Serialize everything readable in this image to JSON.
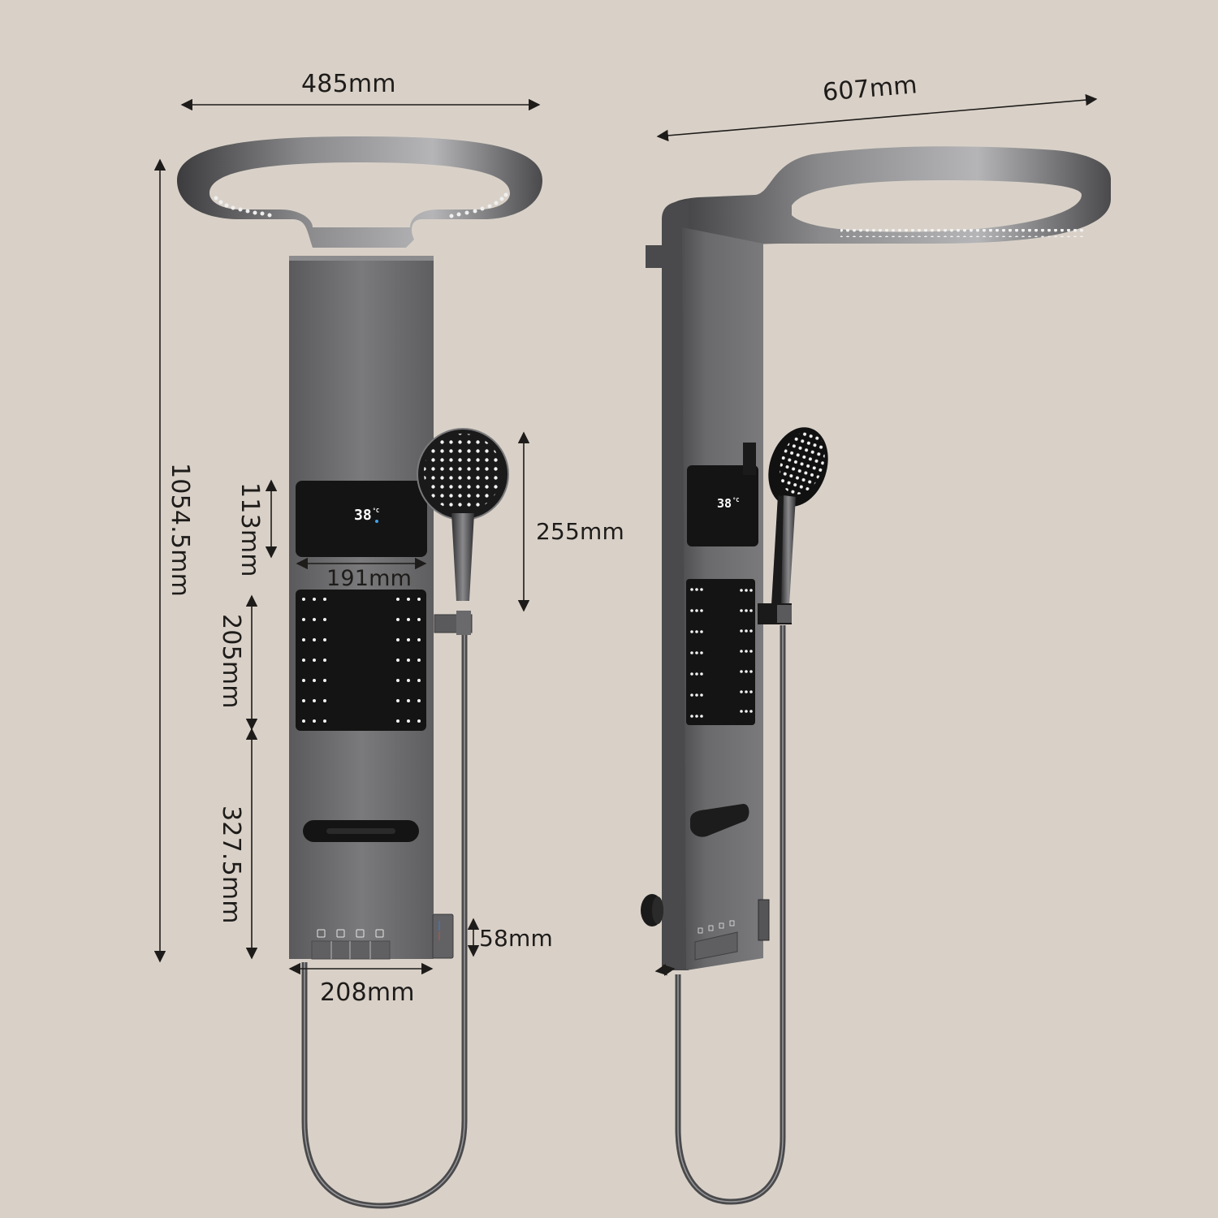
{
  "diagram": {
    "title": "Shower panel dimension diagram",
    "background_color": "#d9d1c8",
    "product_color": "#6b6b6d",
    "dark_panel_color": "#141414",
    "line_color": "#1e1c1a",
    "front_view": {
      "dimensions": {
        "overhead_width": "485mm",
        "total_height": "1054.5mm",
        "display_height": "113mm",
        "display_width": "191mm",
        "hand_shower_height": "255mm",
        "massage_panel_height": "205mm",
        "lower_section_height": "327.5mm",
        "control_box_height": "58mm",
        "panel_width": "208mm"
      },
      "display": {
        "temperature": "38",
        "unit": "°C"
      },
      "buttons": [
        {
          "icon": "hand-shower-icon"
        },
        {
          "icon": "rain-shower-icon"
        },
        {
          "icon": "tap-icon"
        },
        {
          "icon": "tap-icon"
        }
      ]
    },
    "side_view": {
      "dimensions": {
        "overhead_depth": "607mm"
      },
      "display": {
        "temperature": "38",
        "unit": "°C"
      }
    }
  }
}
